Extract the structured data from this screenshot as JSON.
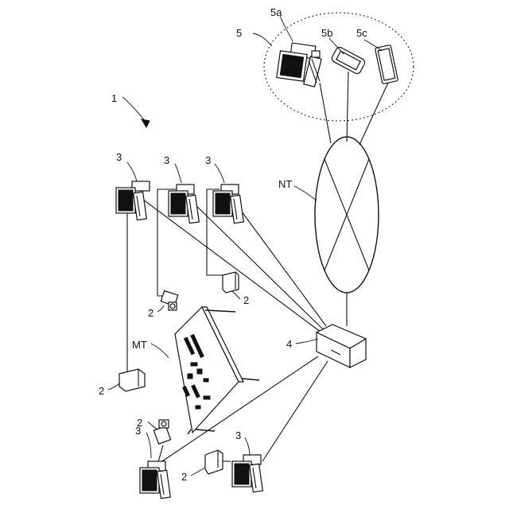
{
  "labels": {
    "system": "1",
    "sensor": "2",
    "terminal": "3",
    "server": "4",
    "user_group": "5",
    "user_pc": "5a",
    "user_phone": "5b",
    "user_tablet": "5c",
    "network": "NT",
    "machine_table": "MT"
  },
  "icons": [
    "camera-icon",
    "sensor-icon",
    "computer-terminal-icon",
    "server-icon",
    "smartphone-icon",
    "tablet-icon",
    "machine-table-icon"
  ]
}
